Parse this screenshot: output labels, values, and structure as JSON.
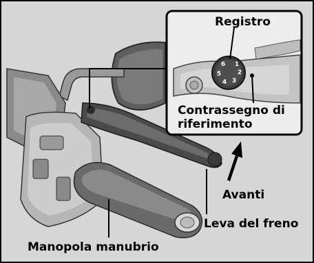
{
  "labels": {
    "registro": "Registro",
    "contrassegno_line1": "Contrassegno di",
    "contrassegno_line2": "riferimento",
    "avanti": "Avanti",
    "leva_del_freno": "Leva del freno",
    "manopola_manubrio": "Manopola manubrio"
  },
  "dial_numbers": [
    "1",
    "2",
    "3",
    "4",
    "5",
    "6"
  ],
  "colors": {
    "background": "#d6d6d6",
    "frame": "#000000",
    "inset_bg": "#ededed",
    "part_dark": "#5a5a5a",
    "part_mid": "#8c8c8c",
    "part_light": "#b8b8b8"
  }
}
